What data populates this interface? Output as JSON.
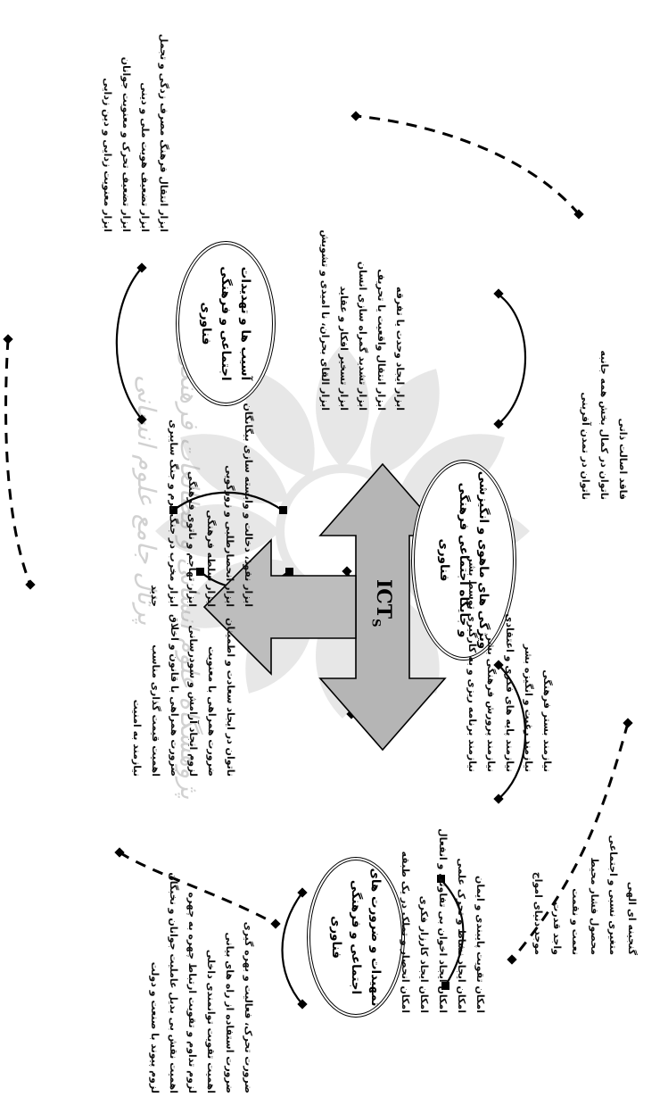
{
  "center": {
    "label": "ICT",
    "subscript": "S"
  },
  "nodes": {
    "characteristics": {
      "title": "ویژگی های ماهوی و انگیزشی\nو جایگاه اجتماعی فرهنگی\nفناوری"
    },
    "requirements": {
      "title": "تمهیدات و ضرورت های\nاجتماعی و فرهنگی\nفناوری"
    },
    "threats": {
      "title": "آسیب ها و تهدیدات\nاجتماعی و فرهنگی\nفناوری"
    }
  },
  "lists": {
    "top_far": [
      "گنجینه ای الهی",
      "متغیری نسبی و اجتماعی",
      "محصول فشار محیط",
      "نعمت و نقمت",
      "واجد قدرت",
      "موجد دنیای امواج"
    ],
    "top_near": [
      "نیازمند بستر فرهنگی",
      "نیازمند رغبت و انگیزه بشر",
      "نیازمند پایه های فکری و اعتقادی",
      "نیازمند پرورش فرهنگی بشر",
      "نیازمند برنامه ریزی و به کارگیری توسط بشر"
    ],
    "top_left": [
      "فاقد اصالت ذاتی",
      "ناتوان در کمال بخش همه جانبه",
      "ناتوان در تمدن آفرینی"
    ],
    "mid_right_near": [
      "امکان تقویت پایبندی و ایمان",
      "امکان ایجاد نشاط و تحرک علمی",
      "امکان ایجاد اخوان بی تفاوتی و انفعال",
      "امکان ایجاد کارزار فکری",
      "امکان انحصار و تملک در یک طبقه"
    ],
    "mid_right_far": [
      "ضرورت تحرک، فعالیت و بهره گیری",
      "ضرورت استفاده از راه های بیانی",
      "اهمیت تقویت توانمندی داخلی",
      "لزوم تداوم و تقویت ارتباط چهره به چهره",
      "اهمیت نقش بی بدیل عاملیت جوانان و نخبگان",
      "لزوم پیوند با صنعت و دولت"
    ],
    "mid_center": [
      "ناتوان در ایجاد سعادت و اطمینان",
      "ضرورت همراهی با معنویت",
      "لزوم ایجاد آرامش و سودرسانی",
      "ضرورت همراهی با قانون و اخلاق",
      "اهمیت قیمت گذاری مناسب",
      "نیازمند به امنیت"
    ],
    "bottom_near": [
      "ابزار نفوذ، دخالت و وابسته سازی بیگانگان",
      "ابزار انحصارطلبی و زورگویی",
      "ابزار سلطه فرهنگی",
      "ابزار تهاجم و ناتوی فرهنگی",
      "ابزار مخرب در جنگ نرم و جنگ سایبری",
      "جدید"
    ],
    "bottom_left": [
      "ابزار ایجاد وحدت یا تفرقه",
      "ابزار انتقال واقعیت یا تحریف",
      "ابزار تشدید گمراه سازی انسان",
      "ابزار تسخیر افکار و عقاید",
      "ابزار القای بحران، نا امیدی و تشویش"
    ],
    "bottom_far": [
      "ابزار انتقال فرهنگ مصرف زدگی و تجمل",
      "ابزار تضعیف هویت ملی و دینی",
      "ابزار تضعیف تحرک و معنویت جوانان",
      "ابزار معنویت زدایی و دین زدایی"
    ]
  },
  "watermark": {
    "line1": "پژوهشگاه علوم انسانی و مطالعات فرهنگی",
    "line2": "پرتال جامع علوم انسانی"
  }
}
